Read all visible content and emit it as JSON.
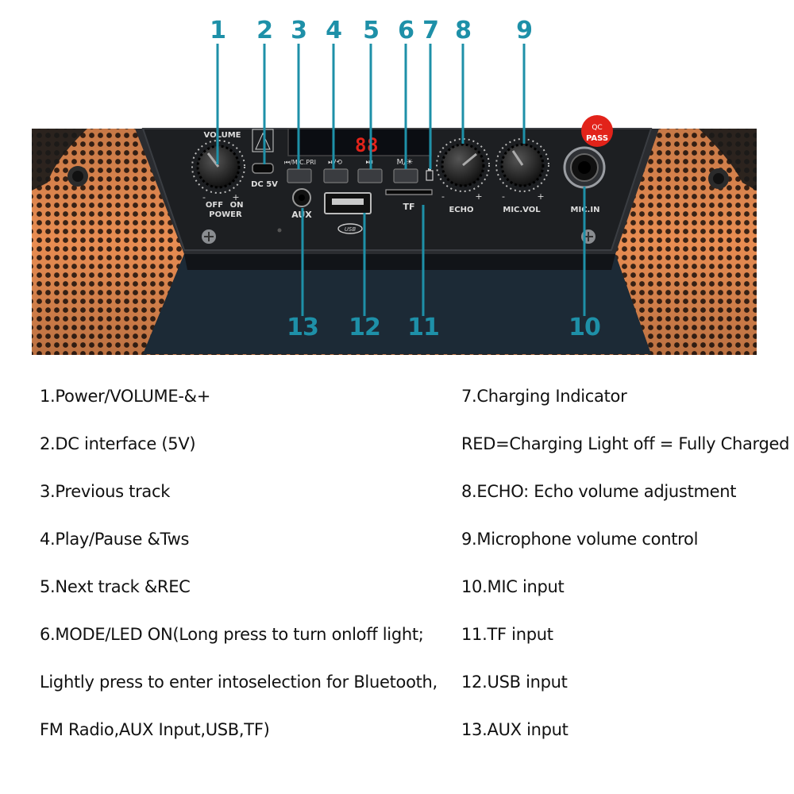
{
  "callouts": [
    "1",
    "2",
    "3",
    "4",
    "5",
    "6",
    "7",
    "8",
    "9",
    "10",
    "11",
    "12",
    "13"
  ],
  "panel_labels": {
    "volume": "VOLUME",
    "off": "OFF",
    "on": "ON",
    "power": "POWER",
    "dc": "DC 5V",
    "aux": "AUX",
    "tf": "TF",
    "echo": "ECHO",
    "mic_vol": "MIC.VOL",
    "mic_in": "MIC.IN",
    "usb": "USB",
    "qc": "QC",
    "pass": "PASS",
    "minus": "-",
    "plus": "+",
    "btn_prev": "⏮/MIC.PRI",
    "btn_play": "⏯/⟲",
    "btn_next": "⏭",
    "btn_mode": "M/☀"
  },
  "legend": {
    "left": [
      "1.Power/VOLUME-&+",
      "2.DC interface (5V)",
      "3.Previous track",
      "4.Play/Pause &Tws",
      "5.Next track &REC",
      "6.MODE/LED ON(Long press to turn onloff light;",
      "Lightly press to enter intoselection for Bluetooth,",
      "FM Radio,AUX Input,USB,TF)"
    ],
    "right": [
      "7.Charging Indicator",
      "RED=Charging Light off = Fully Charged",
      "8.ECHO: Echo volume adjustment",
      "9.Microphone volume control",
      "10.MIC input",
      "11.TF input",
      "12.USB input",
      "13.AUX input"
    ]
  },
  "colors": {
    "callout": "#1e90a8",
    "grille": "#e0854a",
    "panel": "#1d1f22"
  }
}
